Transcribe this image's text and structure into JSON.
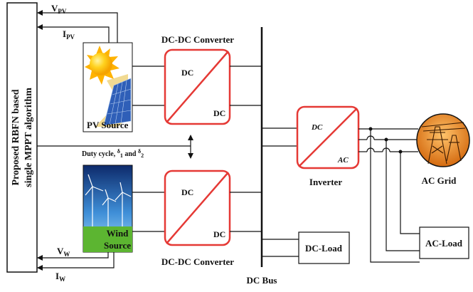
{
  "mppt_block": {
    "line1": "Proposed RBFN based",
    "line2": "single MPPT algorithm"
  },
  "pv": {
    "source_label": "PV Source",
    "voltage_main": "V",
    "voltage_sub": "PV",
    "current_main": "I",
    "current_sub": "PV"
  },
  "wind": {
    "label_line1": "Wind",
    "label_line2": "Source",
    "voltage_main": "V",
    "voltage_sub": "W",
    "current_main": "I",
    "current_sub": "W"
  },
  "converters": {
    "top": {
      "title": "DC-DC Converter",
      "in": "DC",
      "out": "DC"
    },
    "bottom": {
      "title": "DC-DC Converter",
      "in": "DC",
      "out": "DC"
    }
  },
  "duty_cycle": {
    "text": "Duty cycle, ",
    "d1": "1",
    "and": " and ",
    "d2": "2",
    "symbol": "δ"
  },
  "dc_bus": {
    "label": "DC Bus"
  },
  "inverter": {
    "label": "Inverter",
    "in": "DC",
    "out": "AC"
  },
  "dc_load": {
    "label": "DC-Load"
  },
  "ac_load": {
    "label": "AC-Load"
  },
  "ac_grid": {
    "label": "AC Grid"
  },
  "colors": {
    "converter_border": "#e53935",
    "sky_top": "#0d2a6b",
    "sky_bottom": "#7fc4ef",
    "grass": "#5cb531",
    "sun": "#ffd21f",
    "grid_bg": "#e88a1a"
  }
}
